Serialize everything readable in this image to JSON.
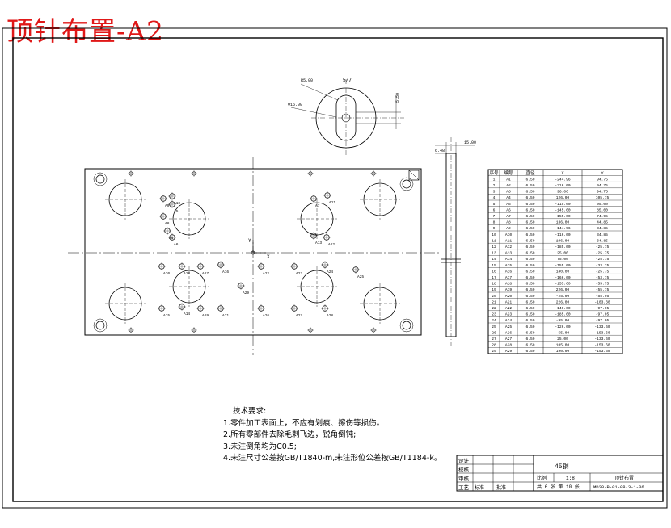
{
  "title": "顶针布置-A2",
  "top_view": {
    "dims": {
      "d1": "R5.00",
      "d2": "Φ16.00",
      "top": "5/7",
      "side": "5.50"
    }
  },
  "side_view": {
    "dims": {
      "a": "15.00",
      "b": "6.48"
    }
  },
  "plate": {
    "axis_labels": {
      "y": "Y",
      "x": "X"
    },
    "labels": [
      "A9",
      "A10",
      "A8",
      "A5",
      "A4",
      "A6",
      "A7",
      "A11",
      "A13",
      "A12",
      "A20",
      "A18",
      "A17",
      "A16",
      "A15",
      "A14",
      "A19",
      "A21",
      "A22",
      "A23",
      "A24",
      "A25",
      "A26",
      "A27",
      "A28",
      "A29"
    ]
  },
  "table": {
    "headers": [
      "序号",
      "编号",
      "直径",
      "X",
      "Y"
    ],
    "rows": [
      [
        "1",
        "A1",
        "6.50",
        "-244.96",
        "94.75"
      ],
      [
        "2",
        "A2",
        "6.50",
        "-216.00",
        "94.75"
      ],
      [
        "3",
        "A3",
        "6.50",
        "96.00",
        "94.75"
      ],
      [
        "4",
        "A4",
        "6.50",
        "126.00",
        "105.75"
      ],
      [
        "5",
        "A5",
        "6.50",
        "-115.00",
        "95.00"
      ],
      [
        "6",
        "A6",
        "6.50",
        "-145.00",
        "85.00"
      ],
      [
        "7",
        "A7",
        "6.50",
        "-155.00",
        "74.95"
      ],
      [
        "8",
        "A8",
        "6.50",
        "136.00",
        "44.85"
      ],
      [
        "9",
        "A9",
        "6.50",
        "-144.96",
        "34.85"
      ],
      [
        "10",
        "A10",
        "6.50",
        "-116.00",
        "34.85"
      ],
      [
        "11",
        "A11",
        "6.50",
        "106.00",
        "34.85"
      ],
      [
        "12",
        "A12",
        "6.50",
        "-185.00",
        "-25.75"
      ],
      [
        "13",
        "A13",
        "6.50",
        "25.00",
        "-25.75"
      ],
      [
        "14",
        "A14",
        "6.50",
        "75.00",
        "-25.75"
      ],
      [
        "15",
        "A15",
        "6.50",
        "-155.00",
        "-33.75"
      ],
      [
        "16",
        "A16",
        "6.50",
        "140.00",
        "-25.75"
      ],
      [
        "17",
        "A17",
        "6.50",
        "-166.00",
        "-53.75"
      ],
      [
        "18",
        "A18",
        "6.50",
        "-155.00",
        "-55.75"
      ],
      [
        "19",
        "A19",
        "6.50",
        "226.00",
        "-55.75"
      ],
      [
        "20",
        "A20",
        "6.50",
        "-25.00",
        "-55.95"
      ],
      [
        "21",
        "A21",
        "6.50",
        "226.00",
        "-103.30"
      ],
      [
        "22",
        "A22",
        "6.50",
        "-140.00",
        "-97.05"
      ],
      [
        "23",
        "A23",
        "6.50",
        "-185.00",
        "-97.05"
      ],
      [
        "24",
        "A24",
        "6.50",
        "-95.00",
        "-97.05"
      ],
      [
        "25",
        "A25",
        "6.50",
        "-126.00",
        "-133.60"
      ],
      [
        "26",
        "A26",
        "6.50",
        "-55.00",
        "-153.60"
      ],
      [
        "27",
        "A27",
        "6.50",
        "25.00",
        "-133.60"
      ],
      [
        "28",
        "A28",
        "6.50",
        "105.00",
        "-153.60"
      ],
      [
        "29",
        "A29",
        "6.50",
        "190.00",
        "-153.60"
      ]
    ]
  },
  "notes": {
    "heading": "技术要求:",
    "lines": [
      "1.零件加工表面上，不应有划痕、擦伤等损伤。",
      "2.所有零部件去除毛刺飞边，锐角倒钝;",
      "3.未注倒角均为C0.5;",
      "4.未注尺寸公差按GB/T1840-m,未注形位公差按GB/T1184-k。"
    ]
  },
  "title_block": {
    "left_labels": [
      "设计",
      "校核",
      "审核",
      "工艺"
    ],
    "bottom_mid": "标准",
    "bottom_right": "批准",
    "material": "45钢",
    "scale_label": "比例",
    "scale_value": "1:8",
    "sheets": "共 6 张 第 10 张",
    "part_name": "顶针布置",
    "drawing_no": "MD20-B-01-08-3-1-06"
  }
}
